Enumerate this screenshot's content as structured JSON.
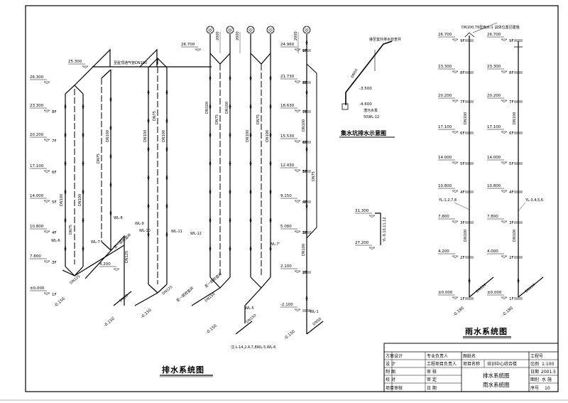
{
  "drainage": {
    "title": "排水系统图",
    "note": "注:L-14,2,4,7,8WL-5,WL-6",
    "vent_label": "至屋顶通气管DN100",
    "top_elevation": "26.700",
    "roof_elevation": "25.300",
    "left_elevations": [
      "26.300",
      "23.300",
      "20.200",
      "17.100",
      "14.000",
      "10.800",
      "7.800",
      "±0.000"
    ],
    "left_floors": [
      "",
      "8F",
      "7F",
      "6F",
      "5F",
      "4F",
      "3F",
      "1F"
    ],
    "mid_elevations": [
      "24.960",
      "21.730",
      "18.630",
      "15.530",
      "12.430",
      "9.150",
      "5.080",
      "2.100",
      "-2.100"
    ],
    "mid_floors": [
      "9F",
      "8F",
      "7F",
      "6F",
      "5F",
      "4F",
      "3F",
      "2F",
      ""
    ],
    "bottom_elevations": [
      "-0.150",
      "-0.150",
      "-0.150",
      "-0.150",
      "-0.150"
    ],
    "vent_height": "2000",
    "pipe_sizes": {
      "dn100": "DN100",
      "dn75": "DN75",
      "dn125": "DN125",
      "dn150": "DN150",
      "dn50": "DN50"
    },
    "risers": [
      "WL-6",
      "WL-7",
      "WL-8",
      "WL-9",
      "WL-10",
      "WL-11",
      "WL-12",
      "WL-5",
      "WL-1",
      "WL-7'"
    ],
    "outlet_label": "至一层检查井",
    "elev_4200": "4.200"
  },
  "pit": {
    "title": "集水坑排水示意图",
    "outlet": "接至室外排水检查井",
    "elev1": "-3.500",
    "elev2": "-4.600",
    "pump": "潜污水泵",
    "pump_model": "50WL-12",
    "pipe": "DN50"
  },
  "small_riser": {
    "elev_top": "31.300",
    "elev_bottom": "27.200",
    "label": "YL-9,10,11,12"
  },
  "rain": {
    "title": "雨水系统图",
    "top_label": "DN100,79型雨水斗 具体位置见建施",
    "left_elevations": [
      "26.700",
      "23.300",
      "20.200",
      "17.100",
      "14.000",
      "10.800",
      "7.800",
      "4.200",
      "±0.000"
    ],
    "right_elevations": [
      "26.700",
      "23.300",
      "20.200",
      "17.100",
      "14.000",
      "10.800",
      "7.800",
      "4.000",
      "±0.000"
    ],
    "floors": [
      "9F",
      "8F",
      "7F",
      "6F",
      "5F",
      "4F",
      "3F",
      "2F",
      "1F"
    ],
    "bottom_elevation": "-0.180",
    "left_riser": "YL-1,2,7,8",
    "right_riser": "YL-3,4,5,6",
    "pipe": "DN100",
    "outlet_pipe": "DN150"
  },
  "title_block": {
    "col1": [
      "方案设计",
      "设 计",
      "制 图",
      "校 对",
      "项目审核"
    ],
    "col2": [
      "专业负责人",
      "工程项目负责人",
      "审 核",
      "审 定",
      "日 期"
    ],
    "drawing_name_label": "图纸名",
    "project_label": "项目名称",
    "project_name": "培训中心综合楼",
    "drawing_titles": [
      "排水系统图",
      "雨水系统图"
    ],
    "project_no_label": "工程号",
    "scale_label": "比例",
    "scale": "1:100",
    "date_label": "日期",
    "date": "2001.5",
    "category_label": "图别",
    "category": "水 施",
    "sheet_label": "序号",
    "sheet": "10"
  }
}
